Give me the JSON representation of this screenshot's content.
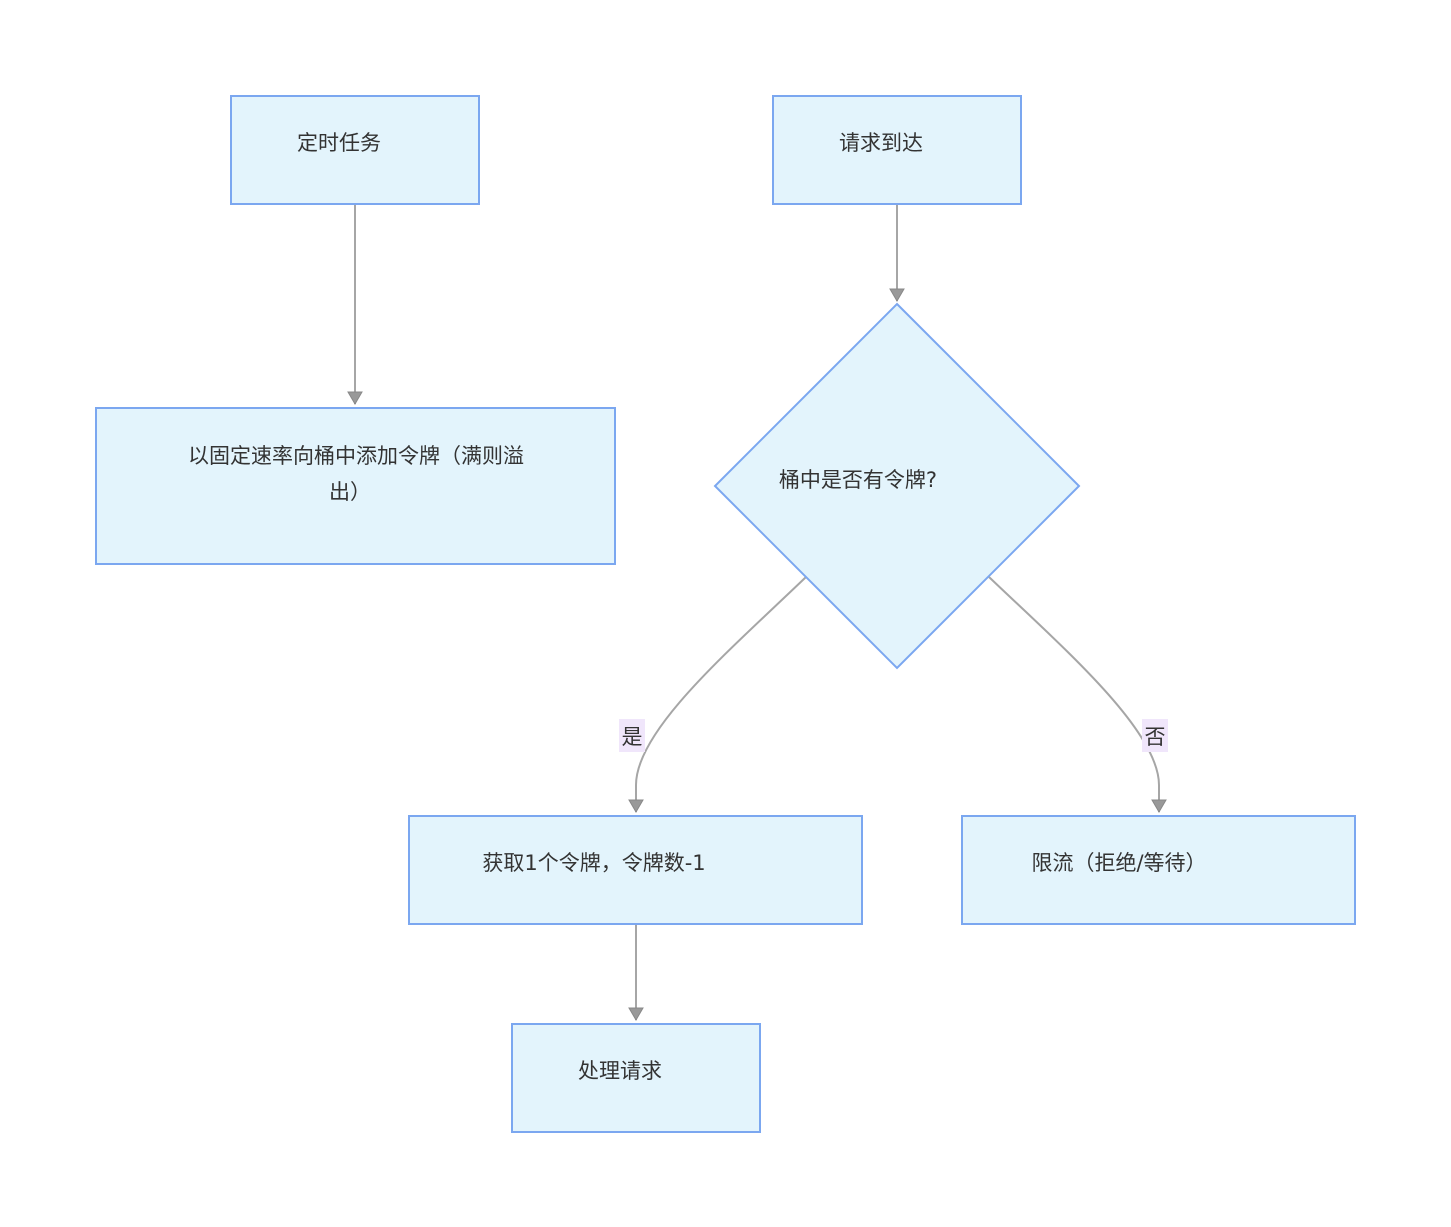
{
  "diagram": {
    "type": "flowchart",
    "colors": {
      "node_fill": "#e3f4fc",
      "node_stroke": "#7ba7f0",
      "edge": "#a6a6a6",
      "arrowhead": "#999999",
      "edge_label_bg": "#f0e6fb",
      "text": "#333333"
    },
    "nodes": {
      "timer": {
        "label": "定时任务"
      },
      "add_tokens": {
        "label_line1": "以固定速率向桶中添加令牌（满则溢",
        "label_line2": "出）"
      },
      "request": {
        "label": "请求到达"
      },
      "decision": {
        "label": "桶中是否有令牌?"
      },
      "take_token": {
        "label": "获取1个令牌，令牌数-1"
      },
      "limit": {
        "label": "限流（拒绝/等待）"
      },
      "process": {
        "label": "处理请求"
      }
    },
    "edges": {
      "yes_label": "是",
      "no_label": "否"
    }
  }
}
